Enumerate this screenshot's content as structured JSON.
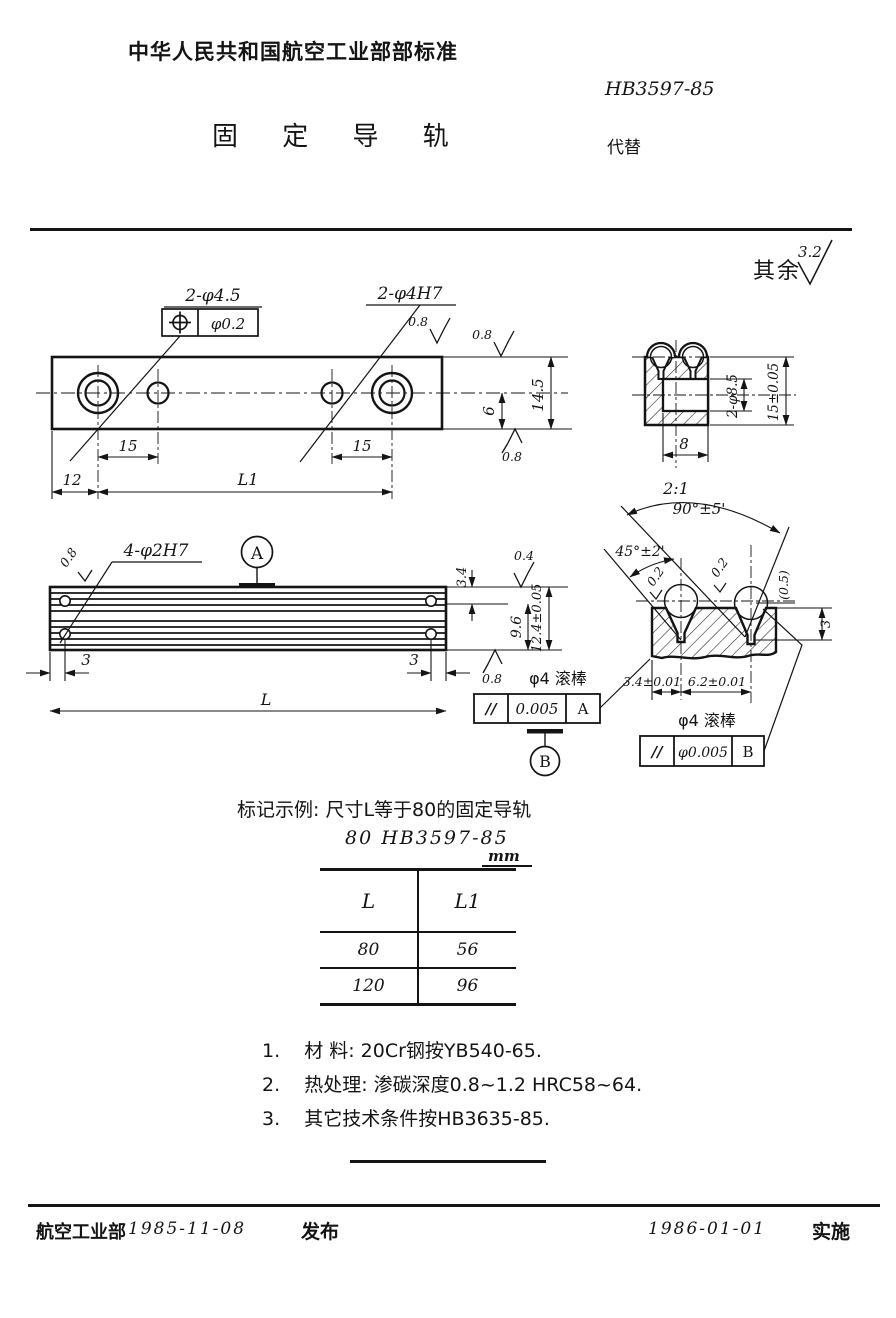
{
  "header": {
    "org_standard": "中华人民共和国航空工业部部标准",
    "standard_no": "HB3597-85",
    "doc_title": "固 定 导 轨",
    "supersedes": "代替"
  },
  "drawing": {
    "general_roughness": {
      "label": "其余",
      "value": "3.2"
    },
    "plan_view": {
      "hole_label_1": "2-φ4.5",
      "position_tol": "φ0.2",
      "hole_label_2": "2-φ4H7",
      "rough_label2": "0.8",
      "rough_top": "0.8",
      "rough_bottom": "0.8",
      "dim_15_left": "15",
      "dim_15_right": "15",
      "dim_12": "12",
      "dim_l1": "L1",
      "dim_6": "6",
      "dim_14_5": "14.5"
    },
    "end_view": {
      "dim_hole": "2-φ8.5",
      "dim_height": "15±0.05",
      "dim_width": "8",
      "scale": "2:1"
    },
    "side_view": {
      "hole_label": "4-φ2H7",
      "rough_leader": "0.8",
      "datum_a": "A",
      "dim_3_left": "3",
      "dim_3_right": "3",
      "dim_l": "L",
      "dim_3_4": "3.4",
      "dim_9_6": "9.6",
      "dim_12_4": "12.4±0.05",
      "rough_04": "0.4",
      "rough_08": "0.8",
      "roller_note": "φ4 滚棒",
      "fcf_symbol": "//",
      "fcf_value": "0.005",
      "fcf_datum": "A",
      "datum_b": "B"
    },
    "detail_view": {
      "angle_90": "90°±5'",
      "angle_45": "45°±2'",
      "rough_02_left": "0.2",
      "rough_02_right": "0.2",
      "dim_05": "(0.5)",
      "dim_3": "3",
      "dim_34": "3.4±0.01",
      "dim_62": "6.2±0.01",
      "roller_note": "φ4 滚棒",
      "fcf_symbol": "//",
      "fcf_value": "φ0.005",
      "fcf_datum": "B"
    }
  },
  "marking": {
    "example": "标记示例: 尺寸L等于80的固定导轨",
    "designation": "80  HB3597-85",
    "unit": "mm"
  },
  "table": {
    "headers": [
      "L",
      "L1"
    ],
    "rows": [
      [
        "80",
        "56"
      ],
      [
        "120",
        "96"
      ]
    ]
  },
  "notes": [
    {
      "no": "1.",
      "text": "材 料: 20Cr钢按YB540-65."
    },
    {
      "no": "2.",
      "text": "热处理: 渗碳深度0.8~1.2 HRC58~64."
    },
    {
      "no": "3.",
      "text": "其它技术条件按HB3635-85."
    }
  ],
  "footer": {
    "org": "航空工业部",
    "release_date": "1985-11-08",
    "release_label": "发布",
    "impl_date": "1986-01-01",
    "impl_label": "实施"
  }
}
